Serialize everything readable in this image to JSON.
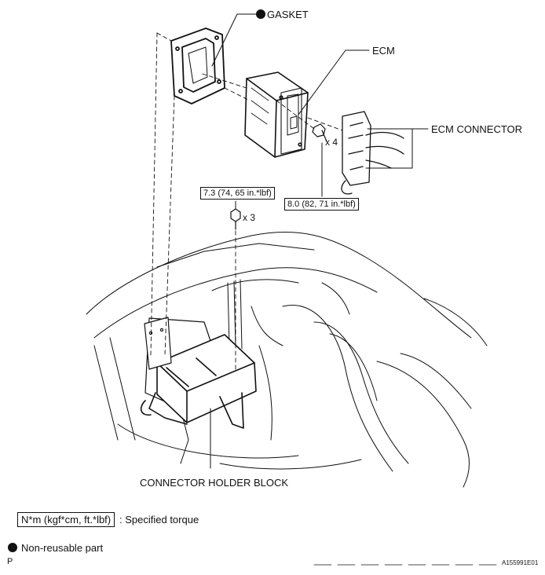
{
  "labels": {
    "gasket": "GASKET",
    "ecm": "ECM",
    "ecm_connector": "ECM CONNECTOR",
    "connector_holder_block": "CONNECTOR HOLDER BLOCK"
  },
  "torques": {
    "bolt_holder": "7.3 (74, 65 in.*lbf)",
    "bolt_ecm": "8.0 (82, 71 in.*lbf)"
  },
  "counts": {
    "holder_bolts": "x 3",
    "ecm_bolts": "x 4"
  },
  "legend": {
    "torque_unit": "N*m (kgf*cm, ft.*lbf)",
    "torque_desc": ": Specified torque",
    "non_reusable": "Non-reusable part"
  },
  "footer": {
    "page_letter": "P",
    "figure_id": "A155991E01"
  },
  "colors": {
    "ink": "#111111",
    "fill": "#ffffff"
  }
}
